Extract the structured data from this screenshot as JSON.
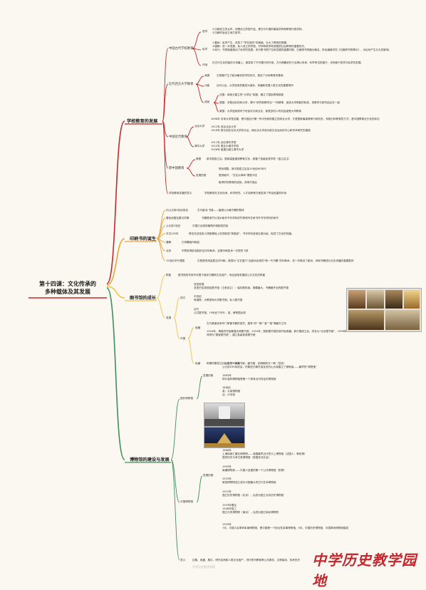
{
  "root": {
    "line1": "第十四课：文化传承的",
    "line2": "多种载体及其发展"
  },
  "branches": {
    "school": {
      "title": "学校教育的发展",
      "china_ancient": {
        "label": "中国古代学校教育",
        "guanxue": {
          "label": "官学",
          "text": [
            "①汉朝设立的太学，西晋设立的国子监，是古代中国的最高学府和教育行政机构。",
            "②汉朝开始设立地方官学。"
          ]
        },
        "sixue": {
          "label": "私学",
          "text": [
            "①春秋：私学产生，改变了“学在官府”的局面，壮大了教育的规模。",
            "②唐朝：进一步发展，私人设立的学馆、村学和家学构成基层社会教育的重要形式。",
            "③宋代：书院制度推动了私学的发展，宋代是书院产生和发展的重要时期，白鹿洞书院最为著名，朱熹编纂学校《白鹿洞书院揭示》，对后世产生长久的影响。"
          ]
        },
        "zuoyong": {
          "label": "作用",
          "text": "在古代文化的保存与传播上，都发挥了不可替代的作用，古代典籍依托于此得以传承，科举考试的推行，也有赖于官学与私学的发展。"
        }
      },
      "west_modern": {
        "label": "近代西方大学教育",
        "origin": {
          "label": "渊源",
          "text": "古希腊产生了欧洲最初的学校形式，奠定了分科教育的基础"
        },
        "function": {
          "label": "功能",
          "text": "近代以后，大学逐渐发展成为保存、传播和发展人类文化的重要场所"
        },
        "achieve": {
          "label": "成就",
          "items": [
            "法国：拿破仑建立的“大学区”制度，确立了国民教育制度",
            "德国：洪堡创办柏林大学，奉行“研究和教学合一”的精神，促成大学职能的转变，将教学与研究结合在一起",
            "美国：大学逐渐倾向于世俗化与商业化，使更多的人有机会接受大学教育"
          ]
        }
      },
      "china_modern": {
        "label": "中国近代教育",
        "peking": {
          "label": "北京大学",
          "items": [
            "1898年 京师大学堂创建，是中国近代第一所中央政府建立的综合大学，又是国家最高教育行政机关，采取分科教育的方式，是中国教育近代化的标志",
            "1912年 改名北京大学",
            "1916年 蔡元培任北京大学校长后，使北京大学成为新文化运动的中心和学术研究的重镇"
          ]
        },
        "tsinghua": {
          "label": "清华大学",
          "items": [
            "1911年 创办清华学堂",
            "1912年 更名为清华学校",
            "1928年 组建为国立清华大学"
          ]
        }
      },
      "new_china": {
        "label": "新中国教育",
        "lay": {
          "label": "奠基",
          "text": "新中国成立后，国家高度重视教育文化，接管了各级各类学校（独立自主）"
        },
        "dev": {
          "label": "发展历程",
          "items": [
            "院系调整，新中国成立后至20世纪60年代",
            "受到破坏，“文化大革命”遭受冲击",
            "取得学校教育的成就，改革开放后"
          ]
        }
      },
      "meaning": {
        "label": "学校教育发展的意义",
        "text": "学校教育在文化传承、科学研究、人才培养等方面发挥了举足轻重的作用"
      }
    },
    "printing": {
      "title": "印刷书的诞生",
      "items": [
        {
          "label": "约公元前4世纪前后",
          "text": "古代欧洲 书卷——植被以为最书籍的载体"
        },
        {
          "label": "春秋战国至秦汉时期",
          "text": "书籍是用竹片或木板作书写材料的竹简和写在帛书作书写材料的帛书"
        },
        {
          "label": "公元前2世纪",
          "text": "中国已出现用植物纤维制成的纸"
        },
        {
          "label": "东汉105年",
          "text": "蔡伦在总结前人择取基础上改进制成“蔡侯纸”，书写材料逐渐过渡为纸，促进了文化的传播。"
        },
        {
          "label": "唐朝",
          "text": "已有雕版印刷品"
        },
        {
          "label": "北宋",
          "text": "毕昇发明胶泥制的活字印刷术，这是印刷技术一次质的飞跃"
        },
        {
          "label": "15世纪中叶德国",
          "text": "古登堡采用金属活字印刷，被视为“文艺复兴”后欧洲出现的“新一代书籍”的印刷术，进一步推动了欧洲，印刷书籍成为文化传播的重要载体"
        }
      ]
    },
    "library": {
      "title": "图书馆的成长",
      "function": {
        "label": "职能",
        "text": "图书馆的作用不仅限于保存古籍和文化遗产，而且逐渐发展成公共文化的职能"
      },
      "dev": {
        "label": "发展"
      },
      "west": {
        "label": "西方",
        "items": [
          {
            "label": "",
            "lines": [
              "亚述帝国",
              "亚述巴尼拔宫廷图书馆（王家设立）：保存楔形版、规模最大，书籍最齐全的图书馆"
            ]
          },
          {
            "label": "",
            "lines": [
              "中世纪",
              "修道院、大教堂和大学图书馆；私人图书馆"
            ]
          },
          {
            "label": "",
            "lines": [
              "近代",
              "公共图书馆、19世纪下半叶，英、美等国出现"
            ]
          }
        ]
      },
      "china": {
        "label": "中国",
        "guan": {
          "label": "官藏",
          "lines": [
            "古代渠道设有专门掌管书籍的官员，建有“府”“阁”“室”“观”等藏书之所",
            "1904年，清政府开始筹建京师图书馆，1916年，国家图书馆前身开始收藏；新中国成立后，改名为“北京图书馆”，1998年改称为“国家图书馆”，建立各级各类图书馆"
          ]
        },
        "si": {
          "label": "私藏",
          "text": "明清时期发达，出现了一批藏书家、藏书楼，如明朝的天一阁（范钦）"
        }
      }
    },
    "museum": {
      "title": "博物馆的建设与发展",
      "foreign": {
        "label": "国外博物馆",
        "dev": {
          "label": "发展历程",
          "items": [
            {
              "lines": [
                "约公元前290年",
                "公元前290年前后，托勒密王朝在埃及亚历山大城建立了缪斯庙——最早的“博物馆”"
              ]
            },
            {
              "lines": [
                "1683年",
                "阿什莫林博物馆是第一个具有近代特征的博物馆"
              ]
            },
            {
              "lines": [
                "18世纪",
                "英：大英博物馆",
                "法：卢浮宫"
              ]
            }
          ]
        }
      },
      "china": {
        "label": "中国博物馆",
        "dev": {
          "label": "发展历程",
          "items": [
            {
              "lines": [
                "1868年",
                "上海徐家汇震旦博物院——我国最早近代意义上博物馆（法国人：韩伯禄）",
                "提供历史与考古类博物馆（英国亚洲文会）"
              ]
            },
            {
              "lines": [
                "1905年",
                "南通博物苑——中国人自建的第一个公共博物馆（张謇）"
              ]
            },
            {
              "lines": [
                "1925年",
                "故宫博物院成立成为中国最大的古代艺术博物馆"
              ]
            },
            {
              "lines": [
                "1912年",
                "国立历史博物馆（北京），后改为国立北京历史博物馆"
              ]
            },
            {
              "lines": [
                "1933年倡议",
                "1948年竣工",
                "国立中央博物院（南京），后改为国立南京博物院"
              ]
            },
            {
              "lines": [
                "1959年",
                "7月，中国人民革命军事博物馆，是中国第一个综合性军事博物馆，9月，中国历史博物馆、中国革命博物馆建成"
              ]
            }
          ]
        }
      },
      "meaning": {
        "label": "意义",
        "text": "征集、收藏、展示、研究自然和人类文化遗产，进行陈列教育等公共服务，文物保存、传承历史"
      }
    }
  },
  "watermark": "中学历史教学园地",
  "brand": "中学历史教学园地",
  "colors": {
    "school": "#c4272d",
    "printing": "#e8a33d",
    "library": "#f2c24b",
    "museum": "#3d8f5c",
    "trunk": "#c4272d"
  }
}
